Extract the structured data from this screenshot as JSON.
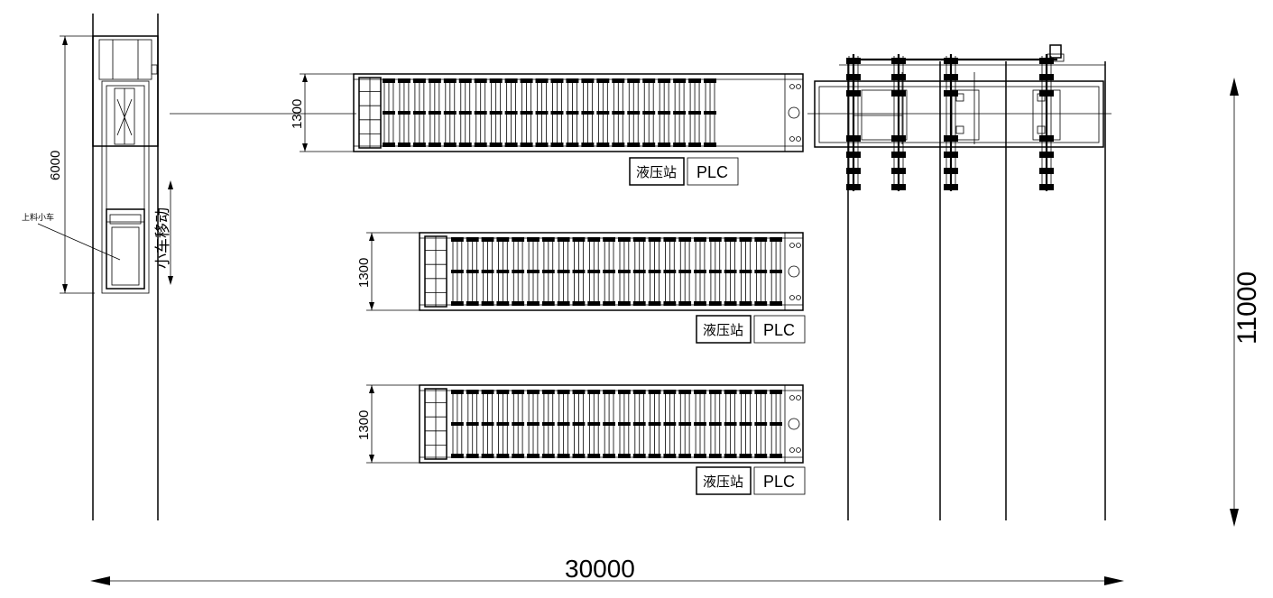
{
  "dimensions": {
    "total_width": "30000",
    "total_height": "11000",
    "trolley_travel_length": "6000",
    "line_widths": [
      "1300",
      "1300",
      "1300"
    ]
  },
  "labels": {
    "loading_trolley": "上料小车",
    "trolley_movement": "小车移动",
    "hydraulic_station": "液压站",
    "plc": "PLC"
  },
  "conveyors": [
    {
      "id": "line-1",
      "hydraulic_label": "液压站",
      "plc_label": "PLC",
      "width_label": "1300"
    },
    {
      "id": "line-2",
      "hydraulic_label": "液压站",
      "plc_label": "PLC",
      "width_label": "1300"
    },
    {
      "id": "line-3",
      "hydraulic_label": "液压站",
      "plc_label": "PLC",
      "width_label": "1300"
    }
  ]
}
